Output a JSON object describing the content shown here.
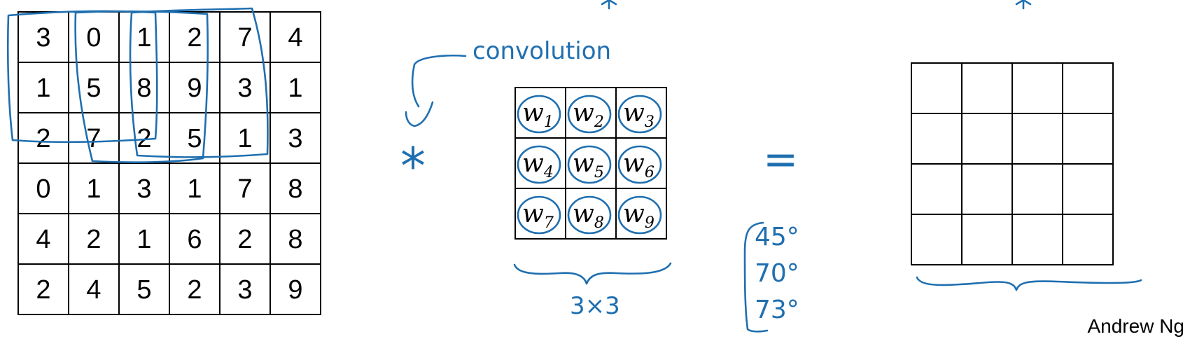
{
  "input_matrix": [
    [
      "3",
      "0",
      "1",
      "2",
      "7",
      "4"
    ],
    [
      "1",
      "5",
      "8",
      "9",
      "3",
      "1"
    ],
    [
      "2",
      "7",
      "2",
      "5",
      "1",
      "3"
    ],
    [
      "0",
      "1",
      "3",
      "1",
      "7",
      "8"
    ],
    [
      "4",
      "2",
      "1",
      "6",
      "2",
      "8"
    ],
    [
      "2",
      "4",
      "5",
      "2",
      "3",
      "9"
    ]
  ],
  "filter_weights": [
    [
      "w",
      "1"
    ],
    [
      "w",
      "2"
    ],
    [
      "w",
      "3"
    ],
    [
      "w",
      "4"
    ],
    [
      "w",
      "5"
    ],
    [
      "w",
      "6"
    ],
    [
      "w",
      "7"
    ],
    [
      "w",
      "8"
    ],
    [
      "w",
      "9"
    ]
  ],
  "annotations": {
    "convolution": "convolution",
    "operator": "*",
    "equals": "=",
    "filter_size": "3×3",
    "angles": [
      "45°",
      "70°",
      "73°"
    ]
  },
  "output_grid": {
    "rows": 4,
    "cols": 4
  },
  "credit": "Andrew Ng"
}
